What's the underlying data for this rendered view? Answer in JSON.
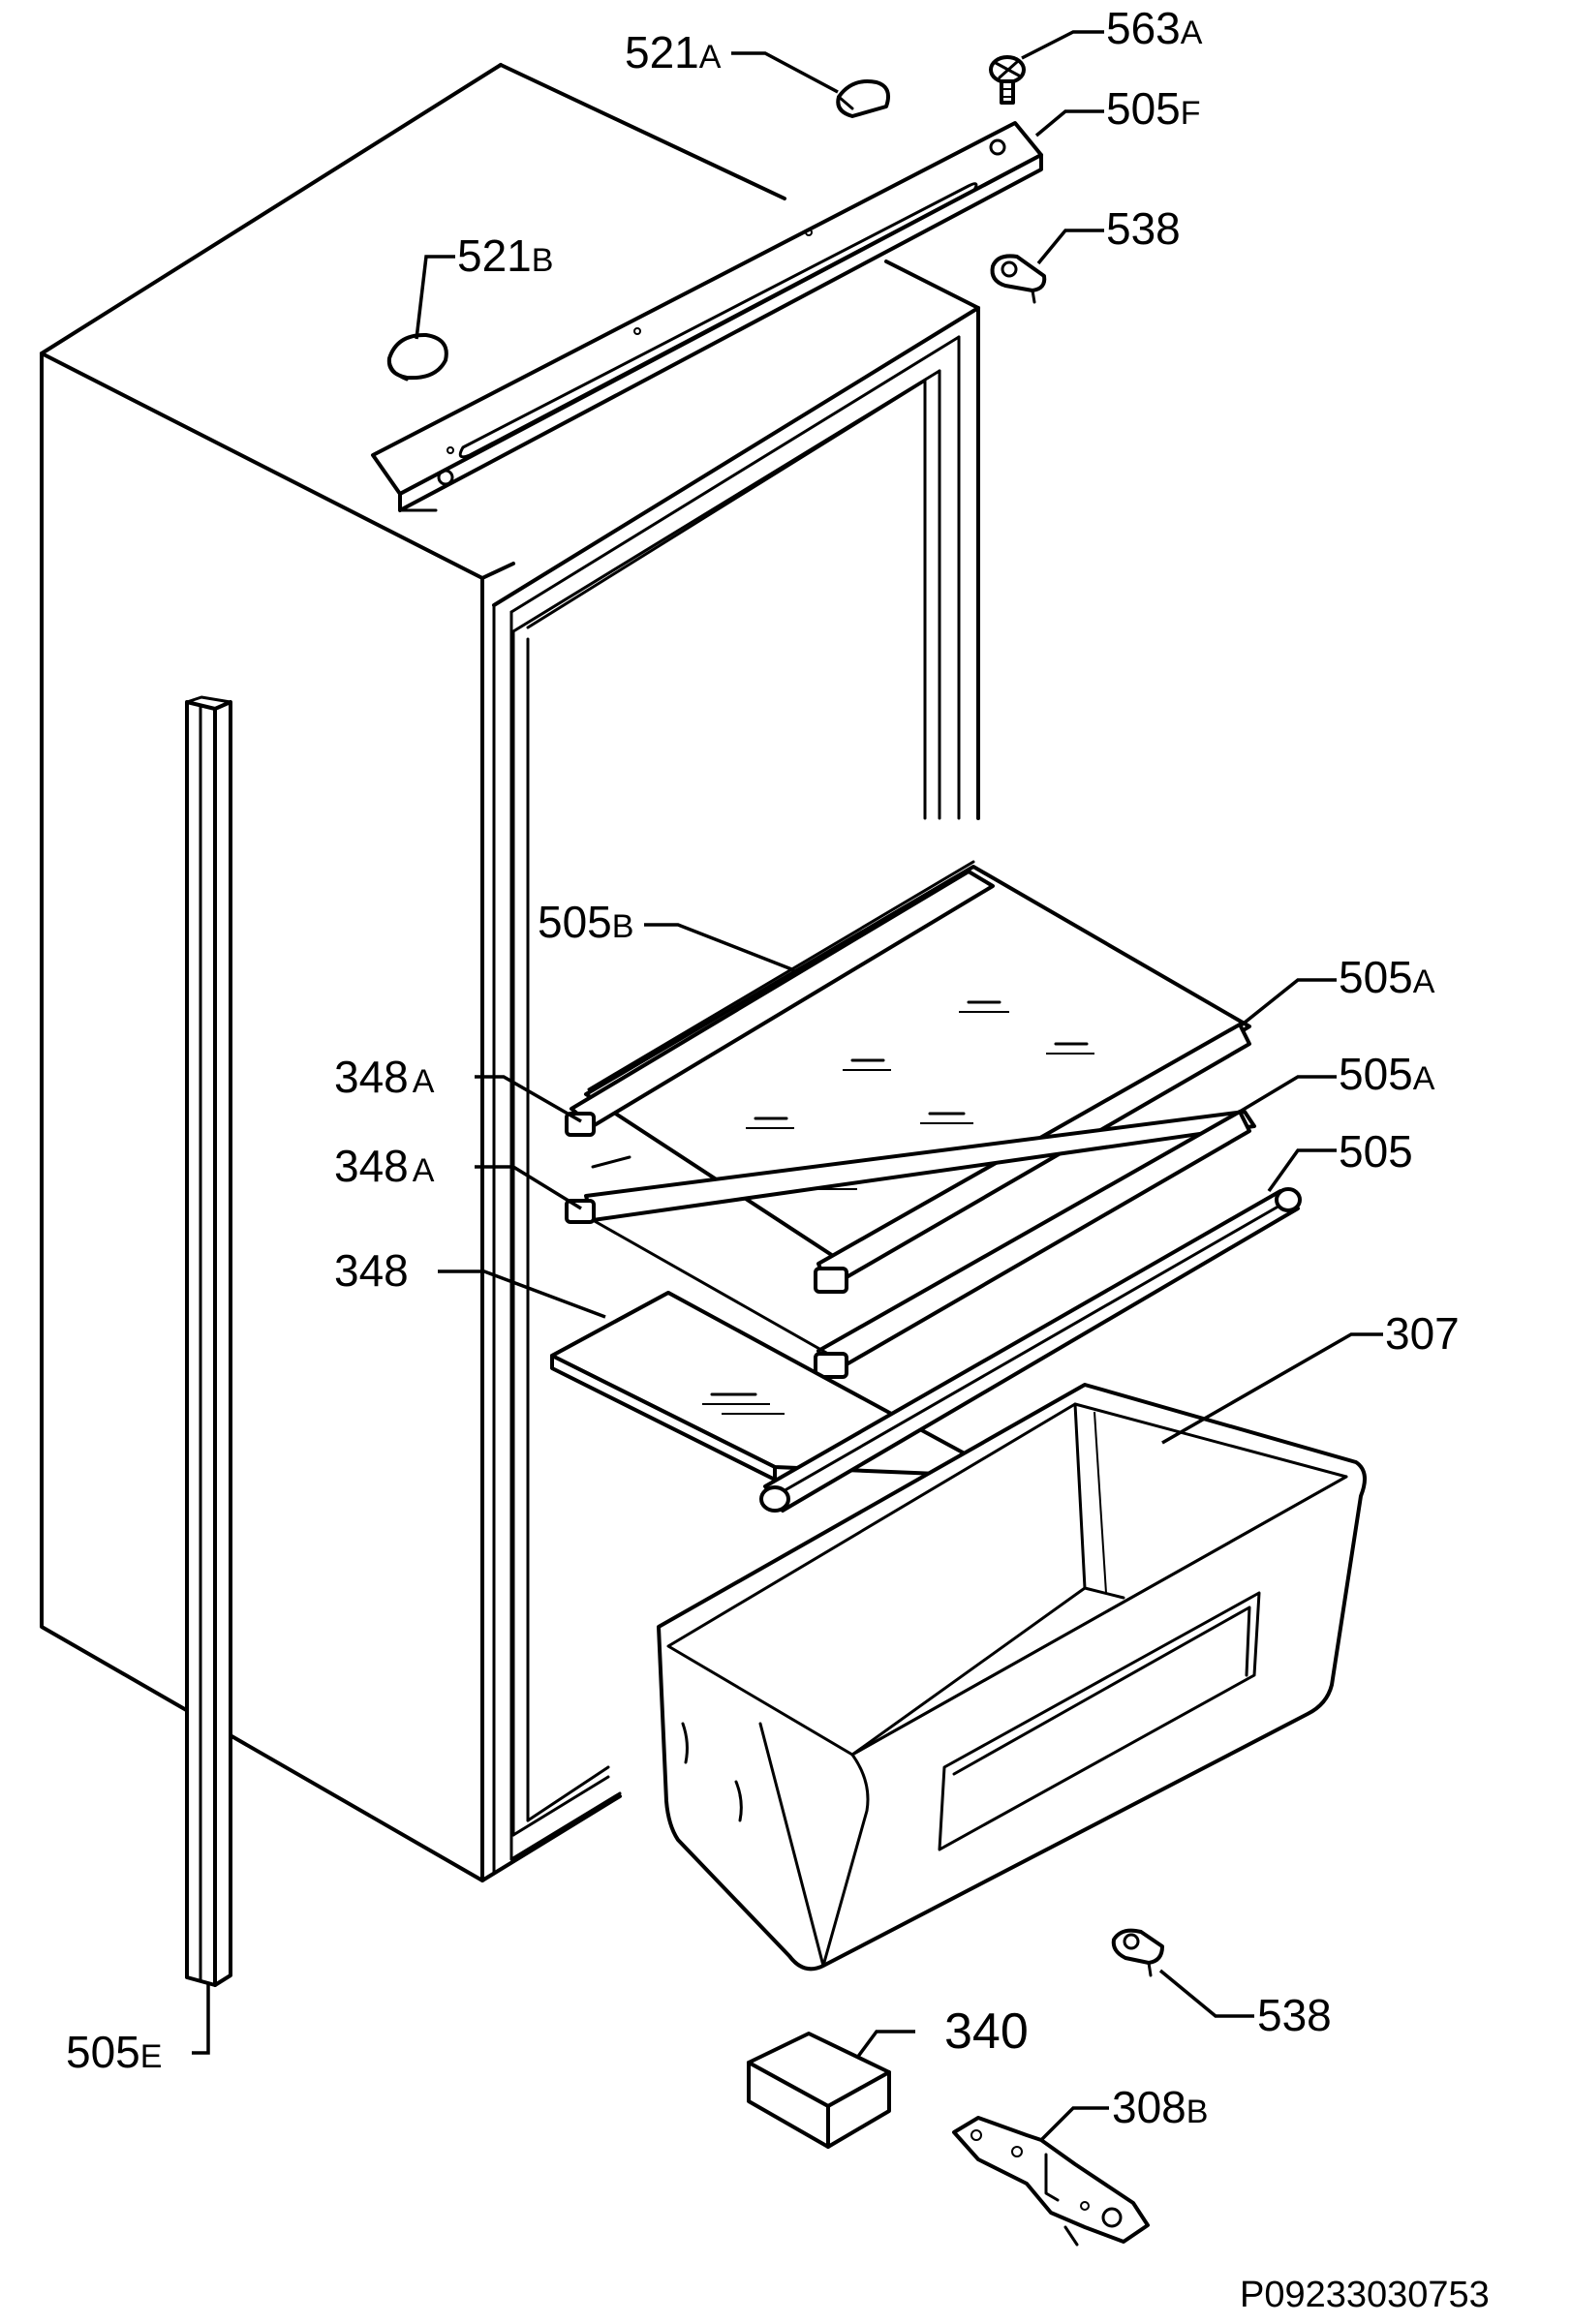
{
  "diagram": {
    "labels": {
      "p521a": {
        "num": "521",
        "suffix": "A"
      },
      "p563a": {
        "num": "563",
        "suffix": "A"
      },
      "p505f": {
        "num": "505",
        "suffix": "F"
      },
      "p538_top": {
        "num": "538",
        "suffix": ""
      },
      "p521b": {
        "num": "521",
        "suffix": "B"
      },
      "p505b": {
        "num": "505",
        "suffix": "B"
      },
      "p505a_1": {
        "num": "505",
        "suffix": "A"
      },
      "p348a_1": {
        "num": "348",
        "suffix": "A"
      },
      "p505a_2": {
        "num": "505",
        "suffix": "A"
      },
      "p348a_2": {
        "num": "348",
        "suffix": "A"
      },
      "p505": {
        "num": "505",
        "suffix": ""
      },
      "p348": {
        "num": "348",
        "suffix": ""
      },
      "p307": {
        "num": "307",
        "suffix": ""
      },
      "p538_bottom": {
        "num": "538",
        "suffix": ""
      },
      "p340": {
        "num": "340",
        "suffix": ""
      },
      "p308b": {
        "num": "308",
        "suffix": "B"
      },
      "p505e": {
        "num": "505",
        "suffix": "E"
      }
    },
    "drawing_code": "P09233030753"
  }
}
